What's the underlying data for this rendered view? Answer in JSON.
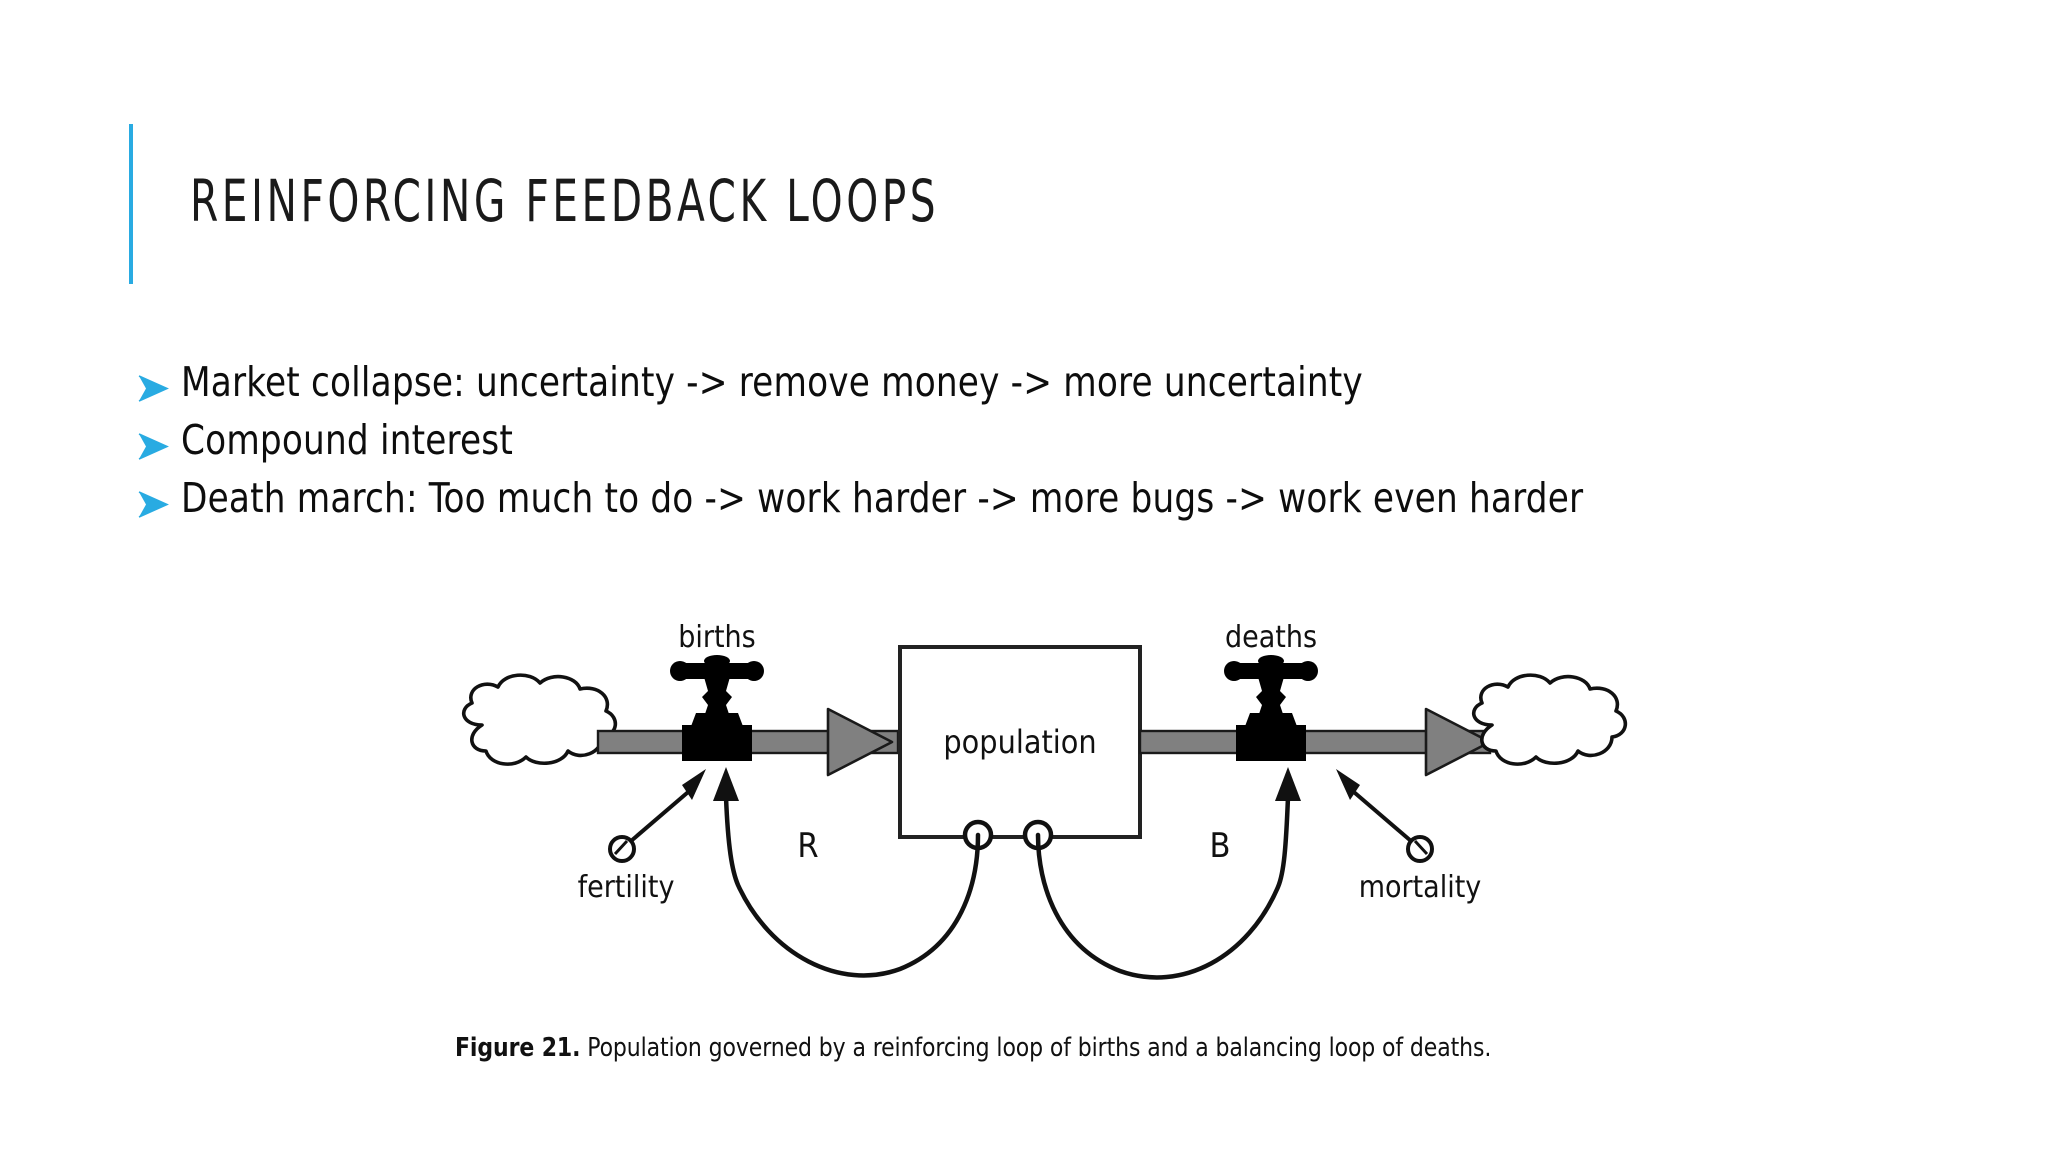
{
  "slide": {
    "title": "REINFORCING FEEDBACK LOOPS",
    "accent_color": "#29ABE2",
    "background_color": "#FFFFFF",
    "bullet_marker_icon": "arrowhead-bullet-icon",
    "bullets": [
      "Market collapse: uncertainty -> remove  money -> more uncertainty",
      "Compound interest",
      "Death march: Too much to do -> work  harder -> more bugs -> work even harder"
    ]
  },
  "figure": {
    "caption_label": "Figure 21.",
    "caption_text": " Population governed by a reinforcing loop of births and a balancing loop of deaths.",
    "stock_label": "population",
    "inflow_label": "births",
    "outflow_label": "deaths",
    "inflow_driver_label": "fertility",
    "outflow_driver_label": "mortality",
    "reinforcing_loop_label": "R",
    "balancing_loop_label": "B",
    "source_cloud_name": "source-cloud",
    "sink_cloud_name": "sink-cloud",
    "flow_color": "#808080",
    "line_color": "#111111",
    "valve_color": "#000000"
  }
}
